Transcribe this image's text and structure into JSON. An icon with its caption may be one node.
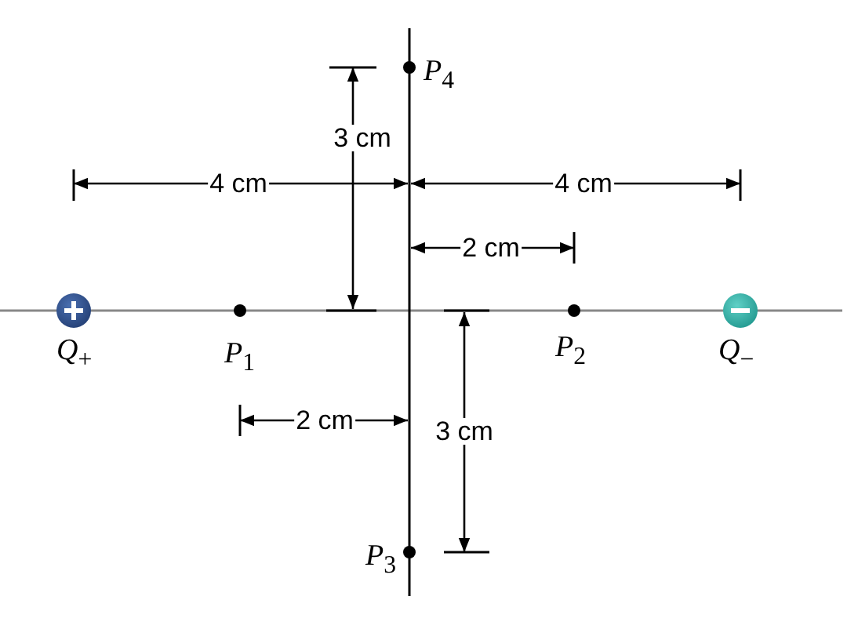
{
  "diagram": {
    "nodes": [
      {
        "text": [],
        "shape": "circle",
        "beside": [
          "*Q*$_{+}$"
        ]
      },
      {
        "text": [],
        "shape": "circle",
        "beside": [
          "*P*$_{1}$"
        ]
      },
      {
        "text": [],
        "shape": "circle",
        "beside": [
          "*P*$_{2}$"
        ]
      },
      {
        "text": [],
        "shape": "circle",
        "beside": [
          "*Q*$_{−}$"
        ]
      },
      {
        "text": [],
        "shape": "circle",
        "beside": [
          "*P*$_{4}$"
        ]
      },
      {
        "text": [],
        "shape": "circle",
        "beside": [
          "*P*$_{3}$"
        ]
      }
    ],
    "labels": [
      "3 cm",
      "4 cm",
      "4 cm",
      "2 cm",
      "2 cm",
      "3 cm"
    ]
  }
}
